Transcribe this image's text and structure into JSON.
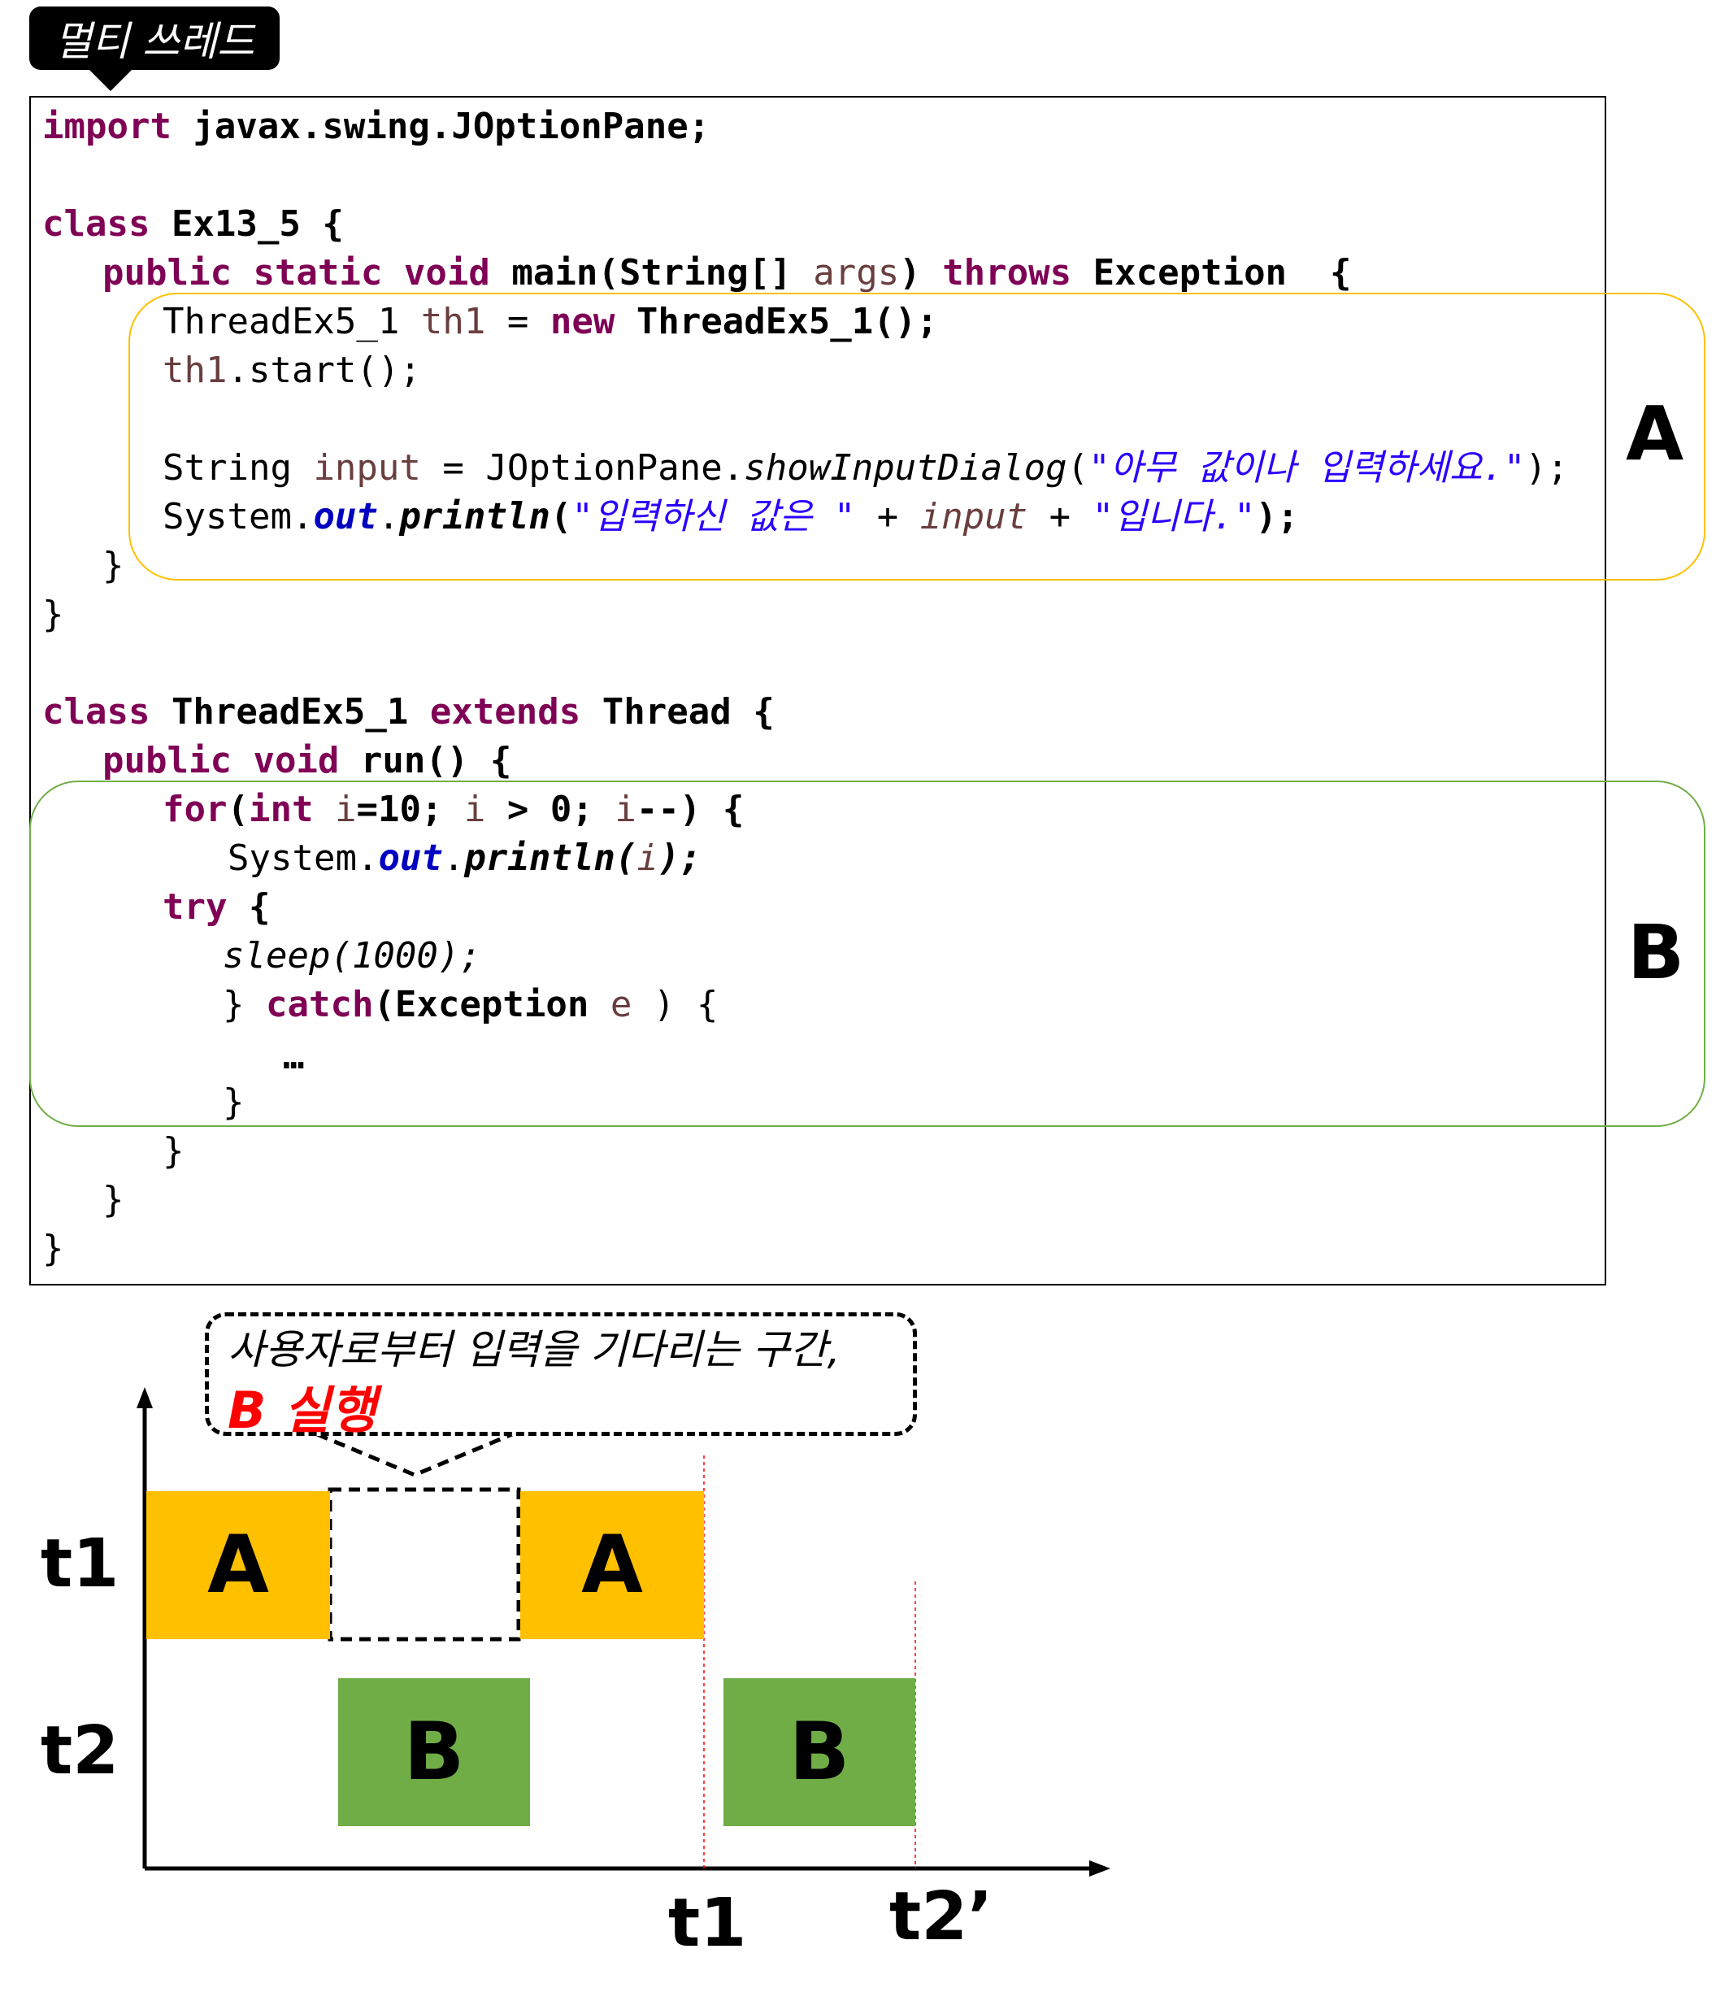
{
  "title": "멀티 쓰레드",
  "code": {
    "line1": [
      "import",
      " javax.swing.JOptionPane;"
    ],
    "line2": [
      "class",
      " Ex13_5 {"
    ],
    "line3": [
      "public",
      " ",
      "static",
      " ",
      "void",
      " main(String[] ",
      "args",
      ") ",
      "throws",
      " Exception  {"
    ],
    "line4": [
      "ThreadEx5_1 ",
      "th1",
      " = ",
      "new",
      " ThreadEx5_1();"
    ],
    "line5": [
      "th1",
      ".start();"
    ],
    "line6": [
      "String ",
      "input",
      " = JOptionPane.",
      "showInputDialog",
      "(",
      "\"아무 값이나 입력하세요.\"",
      ");"
    ],
    "line7": [
      "System.",
      "out",
      ".",
      "println",
      "(",
      "\"입력하신 값은 \"",
      " + ",
      "input",
      " + ",
      "\"입니다.\"",
      ");"
    ],
    "line8": "}",
    "line9": "}",
    "line10": [
      "class",
      " ThreadEx5_1 ",
      "extends",
      " Thread {"
    ],
    "line11": [
      "public",
      " ",
      "void",
      " run() {"
    ],
    "line12": [
      "for",
      "(",
      "int",
      " ",
      "i",
      "=10; ",
      "i",
      " > 0; ",
      "i",
      "--) {"
    ],
    "line13": [
      "System.",
      "out",
      ".",
      "println(",
      "i",
      ");"
    ],
    "line14": [
      "try",
      " {"
    ],
    "line15": "sleep(1000);",
    "line16": [
      "} ",
      "catch",
      "(Exception ",
      "e",
      " ) {"
    ],
    "line17": "…",
    "line18": "}",
    "line19": "}",
    "line20": "}",
    "line21": "}"
  },
  "regions": {
    "a_label": "A",
    "b_label": "B"
  },
  "callout": {
    "line1": "사용자로부터 입력을 기다리는 구간,",
    "line2": "B 실행"
  },
  "timeline": {
    "rows": [
      "t1",
      "t2"
    ],
    "x_labels": [
      "t1",
      "t2’"
    ],
    "t1_blocks": [
      "A",
      "A"
    ],
    "t2_blocks": [
      "B",
      "B"
    ]
  },
  "colors": {
    "a_block": "#ffc000",
    "b_block": "#70ad47",
    "keyword": "#7f0055",
    "string": "#2a00ff",
    "field": "#0000c0",
    "guide": "#ff0000"
  }
}
